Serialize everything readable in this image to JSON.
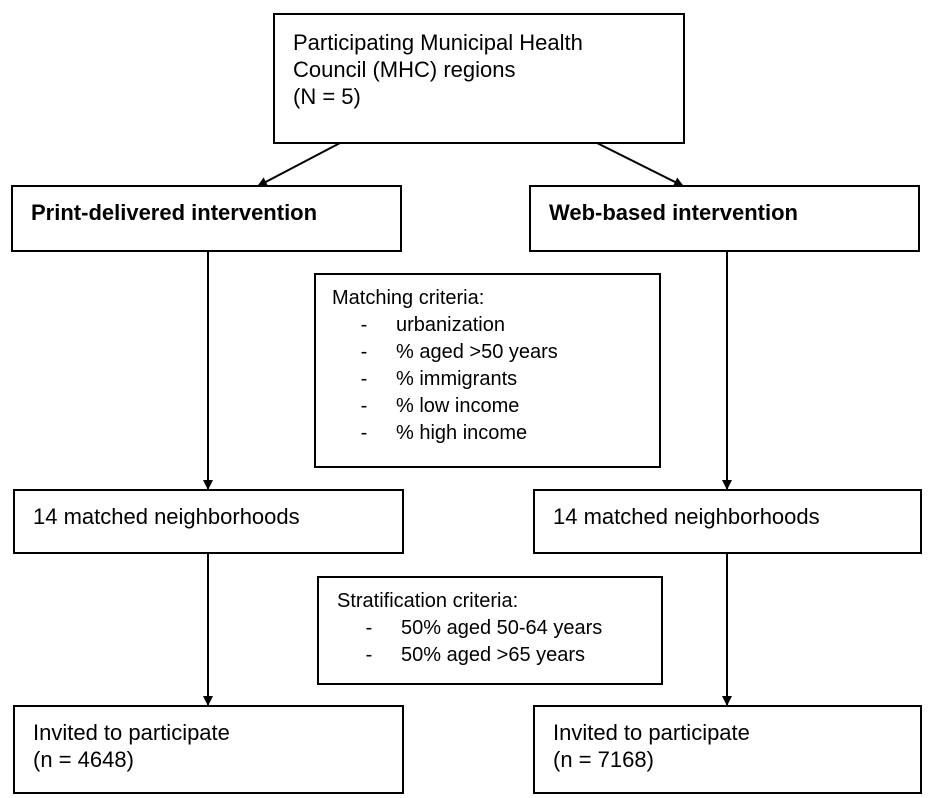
{
  "top": {
    "lines": [
      "Participating Municipal Health",
      "Council (MHC) regions",
      "(N = 5)"
    ]
  },
  "left": {
    "intervention": "Print-delivered intervention",
    "neighborhoods": "14 matched neighborhoods",
    "invited": [
      "Invited to participate",
      "(n = 4648)"
    ]
  },
  "right": {
    "intervention": "Web-based intervention",
    "neighborhoods": "14 matched neighborhoods",
    "invited": [
      "Invited to participate",
      "(n = 7168)"
    ]
  },
  "matching": {
    "title": "Matching criteria:",
    "bullet": "-",
    "items": [
      "urbanization",
      "% aged >50 years",
      "% immigrants",
      "% low income",
      "% high income"
    ]
  },
  "stratification": {
    "title": "Stratification criteria:",
    "bullet": "-",
    "items": [
      "50% aged 50-64 years",
      "50% aged >65 years"
    ]
  }
}
